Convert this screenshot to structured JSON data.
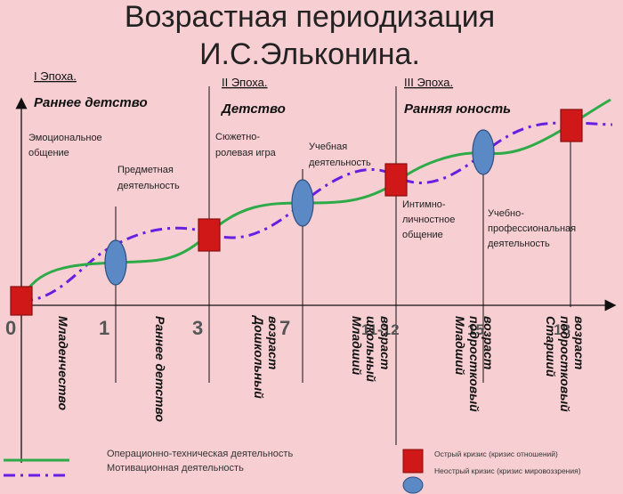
{
  "title": {
    "line1": "Возрастная периодизация",
    "line2": "И.С.Эльконина."
  },
  "eras": [
    {
      "label": "I Эпоха.",
      "period": "Раннее детство"
    },
    {
      "label": "II Эпоха.",
      "period": "Детство"
    },
    {
      "label": "III Эпоха.",
      "period": "Ранняя юность"
    }
  ],
  "activities": {
    "emotional": [
      "Эмоциональное",
      "общение"
    ],
    "object": [
      "Предметная",
      "деятельность"
    ],
    "roleplay": [
      "Сюжетно-",
      "ролевая игра"
    ],
    "learning": [
      "Учебная",
      "деятельность"
    ],
    "intimate": [
      "Интимно-",
      "личностное",
      "общение"
    ],
    "professional": [
      "Учебно-",
      "профессиональная",
      "деятельность"
    ]
  },
  "ages": [
    "0",
    "1",
    "3",
    "7",
    "11-12",
    "15",
    "18"
  ],
  "stages": [
    [
      "Младенчество"
    ],
    [
      "Раннее детство"
    ],
    [
      "Дошкольный",
      "возраст"
    ],
    [
      "Младший",
      "школьный",
      "возраст"
    ],
    [
      "Младший",
      "подростковый",
      "возраст"
    ],
    [
      "Старший",
      "подростковый",
      "возраст"
    ]
  ],
  "legend": {
    "operational": "Операционно-техническая деятельность",
    "motivational": "Мотивационная деятельность",
    "acute": "Острый кризис (кризис отношений)",
    "nonacute": "Неострый кризис (кризис мировоззрения)"
  },
  "colors": {
    "background": "#f7cfd3",
    "operational_line": "#2eaa48",
    "motivational_line": "#6a1ee0",
    "acute_crisis": "#d01818",
    "nonacute_crisis": "#5b89c6"
  }
}
